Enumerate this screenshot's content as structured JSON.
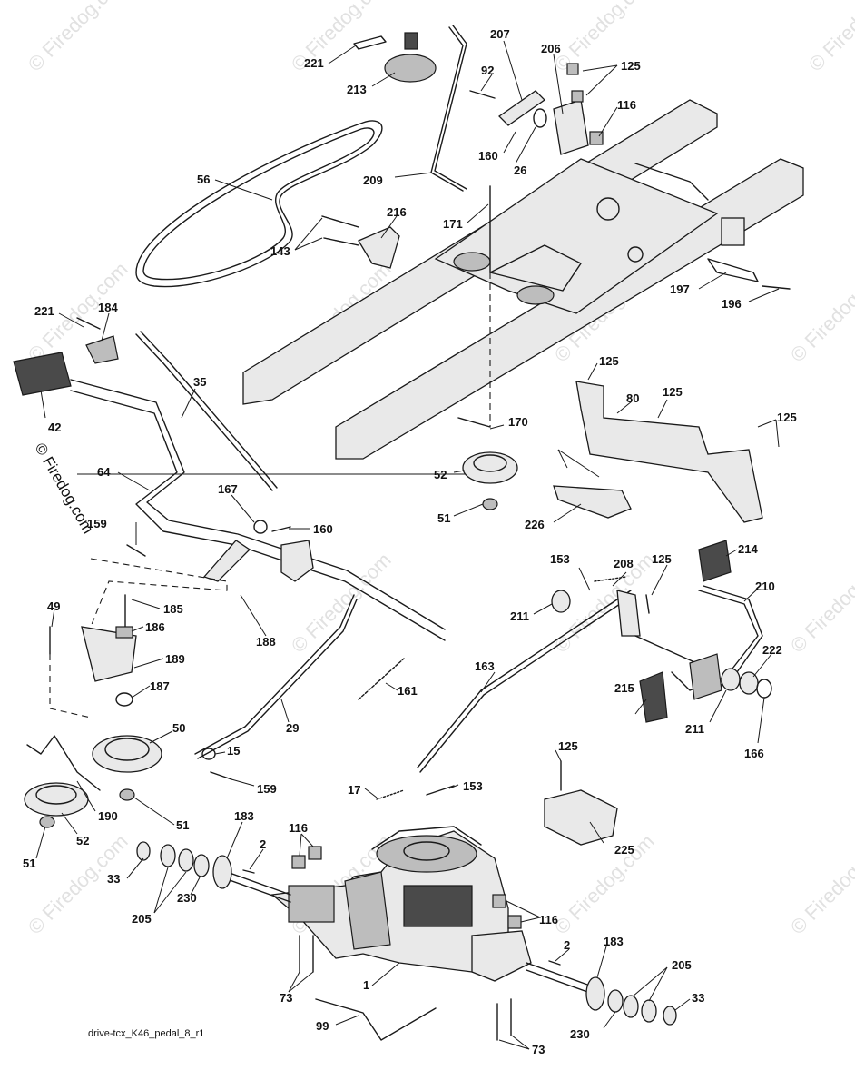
{
  "watermark": "© Firedog.com",
  "caption": "drive-tcx_K46_pedal_8_r1",
  "callouts": [
    "221",
    "213",
    "207",
    "92",
    "206",
    "125",
    "116",
    "56",
    "160",
    "26",
    "209",
    "171",
    "143",
    "216",
    "197",
    "196",
    "221",
    "184",
    "35",
    "42",
    "170",
    "125",
    "80",
    "125",
    "125",
    "64",
    "52",
    "51",
    "226",
    "167",
    "160",
    "159",
    "49",
    "185",
    "186",
    "189",
    "188",
    "187",
    "153",
    "208",
    "125",
    "214",
    "210",
    "211",
    "222",
    "163",
    "161",
    "215",
    "29",
    "211",
    "166",
    "50",
    "15",
    "159",
    "125",
    "190",
    "51",
    "17",
    "153",
    "52",
    "51",
    "183",
    "2",
    "116",
    "225",
    "33",
    "205",
    "230",
    "116",
    "2",
    "183",
    "205",
    "33",
    "1",
    "73",
    "230",
    "99",
    "73"
  ]
}
